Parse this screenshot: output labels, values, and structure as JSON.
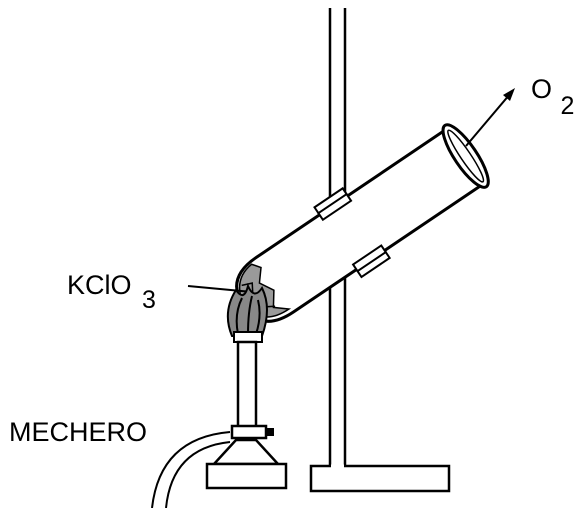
{
  "labels": {
    "gas_main": "O",
    "gas_sub": "2",
    "reagent_main": "KClO",
    "reagent_sub": "3",
    "burner": "MECHERO"
  },
  "colors": {
    "ink": "#000000",
    "background": "#ffffff",
    "gray": "#7a7a7a"
  },
  "icons": {
    "stand": "retort-stand",
    "tube": "test-tube",
    "burner": "bunsen-burner",
    "flame": "flame",
    "arrow": "gas-outflow-arrow"
  }
}
